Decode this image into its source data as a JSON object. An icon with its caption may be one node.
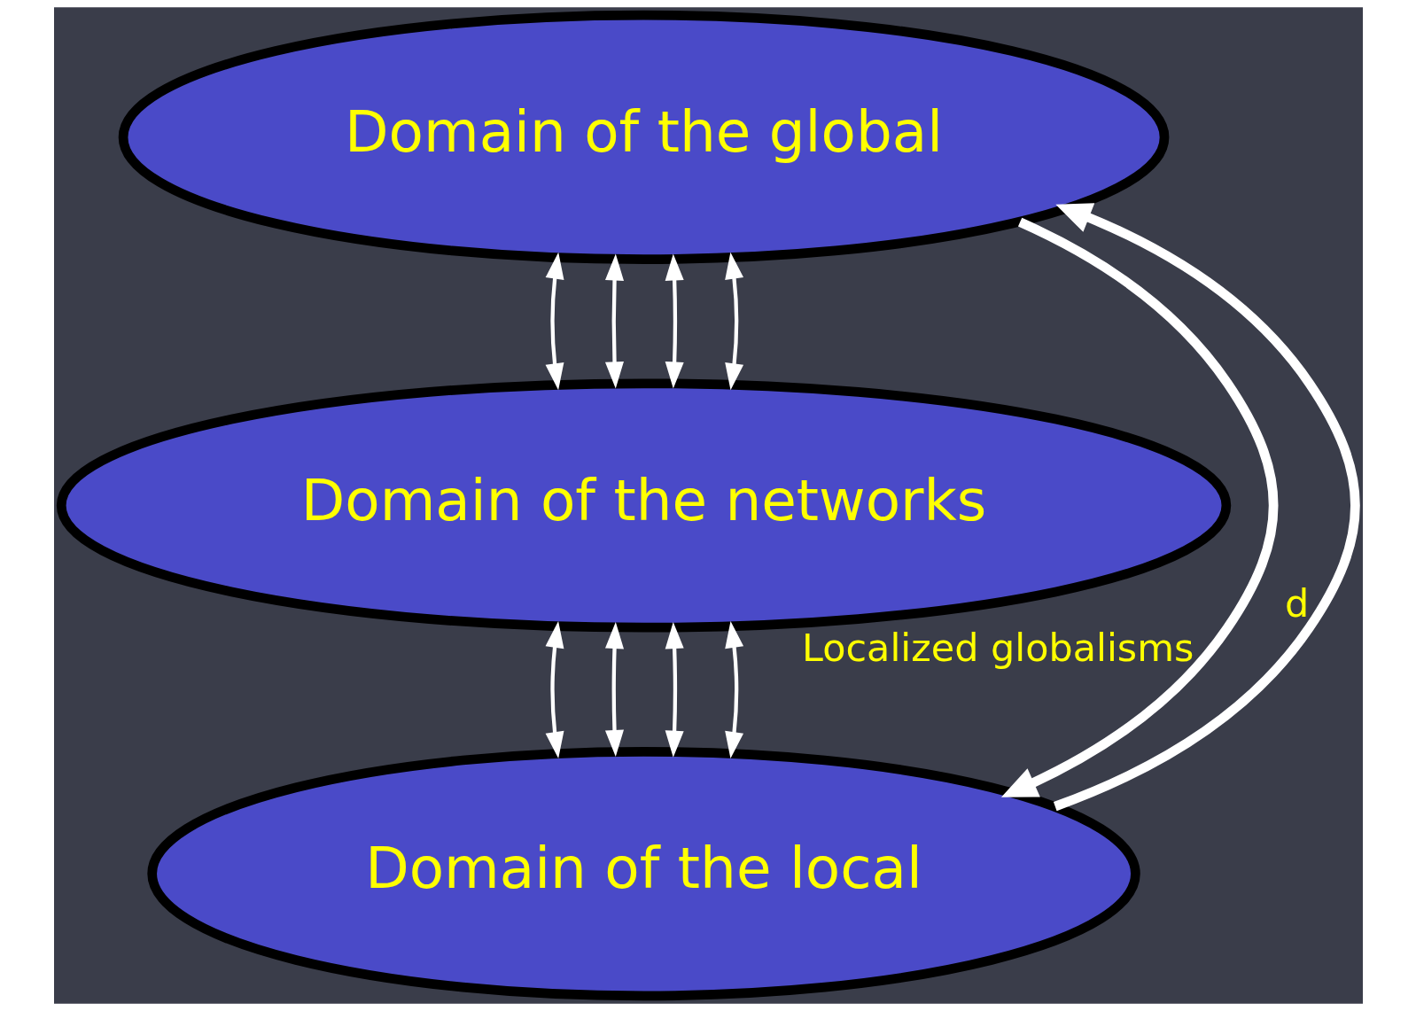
{
  "diagram": {
    "nodes": [
      {
        "text": [
          "Domain of the global"
        ]
      },
      {
        "text": [
          "Domain of the networks"
        ]
      },
      {
        "text": [
          "Domain of the local"
        ]
      }
    ],
    "edges": [
      {
        "from": 0,
        "to": 1,
        "arrow": "both"
      },
      {
        "from": 0,
        "to": 1,
        "arrow": "both"
      },
      {
        "from": 0,
        "to": 1,
        "arrow": "both"
      },
      {
        "from": 0,
        "to": 1,
        "arrow": "both"
      },
      {
        "from": 1,
        "to": 2,
        "arrow": "both"
      },
      {
        "from": 1,
        "to": 2,
        "arrow": "both"
      },
      {
        "from": 1,
        "to": 2,
        "arrow": "both"
      },
      {
        "from": 1,
        "to": 2,
        "arrow": "both"
      },
      {
        "from": 0,
        "to": 2,
        "arrow": "to",
        "label": "Localized globalisms",
        "style": "thick"
      },
      {
        "from": 2,
        "to": 0,
        "arrow": "to",
        "label": "d",
        "style": "thick"
      }
    ]
  }
}
